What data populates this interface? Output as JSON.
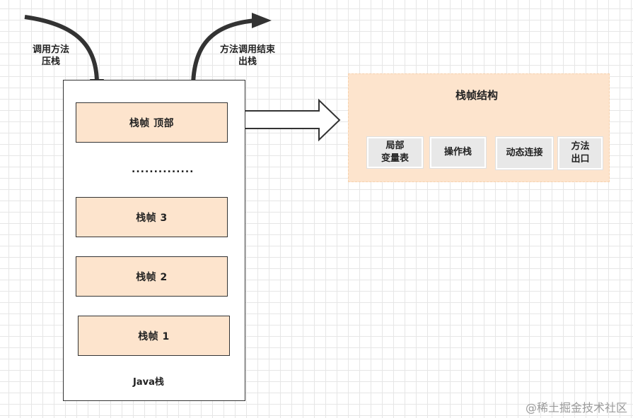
{
  "labels": {
    "call_push": "调用方法\n压栈",
    "end_pop": "方法调用结束\n出栈"
  },
  "stack": {
    "frames": [
      "栈帧 顶部",
      "栈帧 3",
      "栈帧 2",
      "栈帧 1"
    ],
    "dots": "..............",
    "caption": "Java栈"
  },
  "frame_structure": {
    "title": "栈帧结构",
    "parts": [
      "局部\n变量表",
      "操作栈",
      "动态连接",
      "方法\n出口"
    ]
  },
  "watermark": "@稀土掘金技术社区",
  "colors": {
    "frame_fill": "#fde4cd",
    "part_fill": "#e8e8e8",
    "arrow": "#333333"
  }
}
